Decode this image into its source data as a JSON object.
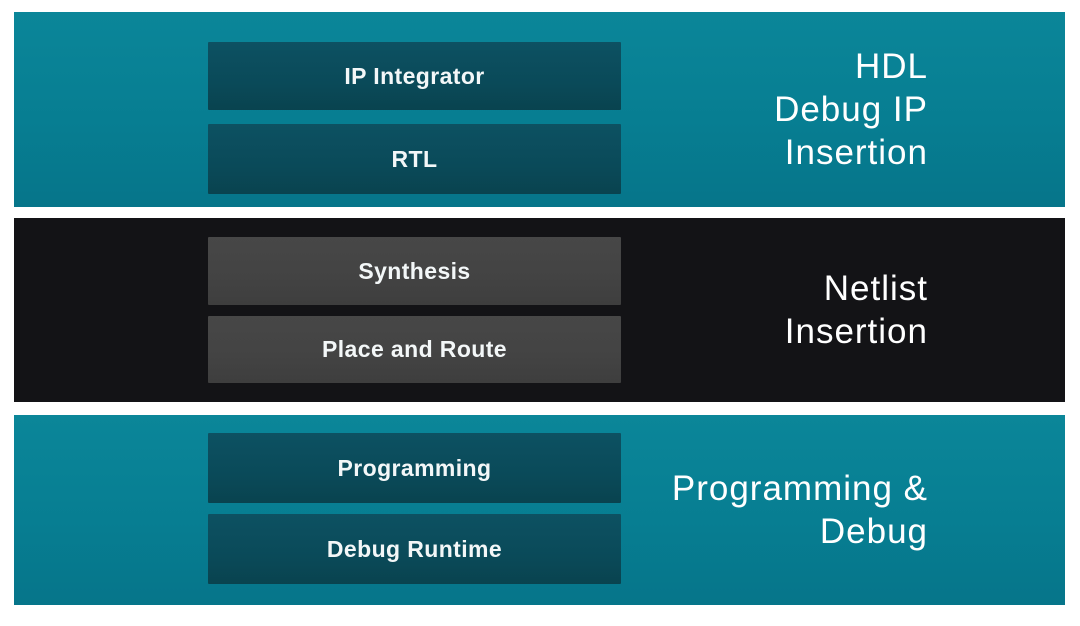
{
  "diagram": {
    "bands": [
      {
        "name": "HDL Debug IP Insertion",
        "boxes": [
          "IP Integrator",
          "RTL"
        ],
        "label_lines": [
          "HDL",
          "Debug IP",
          "Insertion"
        ]
      },
      {
        "name": "Netlist Insertion",
        "boxes": [
          "Synthesis",
          "Place and Route"
        ],
        "label_lines": [
          "Netlist",
          "Insertion"
        ]
      },
      {
        "name": "Programming & Debug",
        "boxes": [
          "Programming",
          "Debug Runtime"
        ],
        "label_lines": [
          "Programming &",
          "Debug"
        ]
      }
    ],
    "colors": {
      "teal_band": "#077E92",
      "teal_box": "#0A4A59",
      "black_band": "#131316",
      "gray_box": "#434343",
      "text": "#FFFFFF",
      "background": "#FFFFFF"
    }
  }
}
